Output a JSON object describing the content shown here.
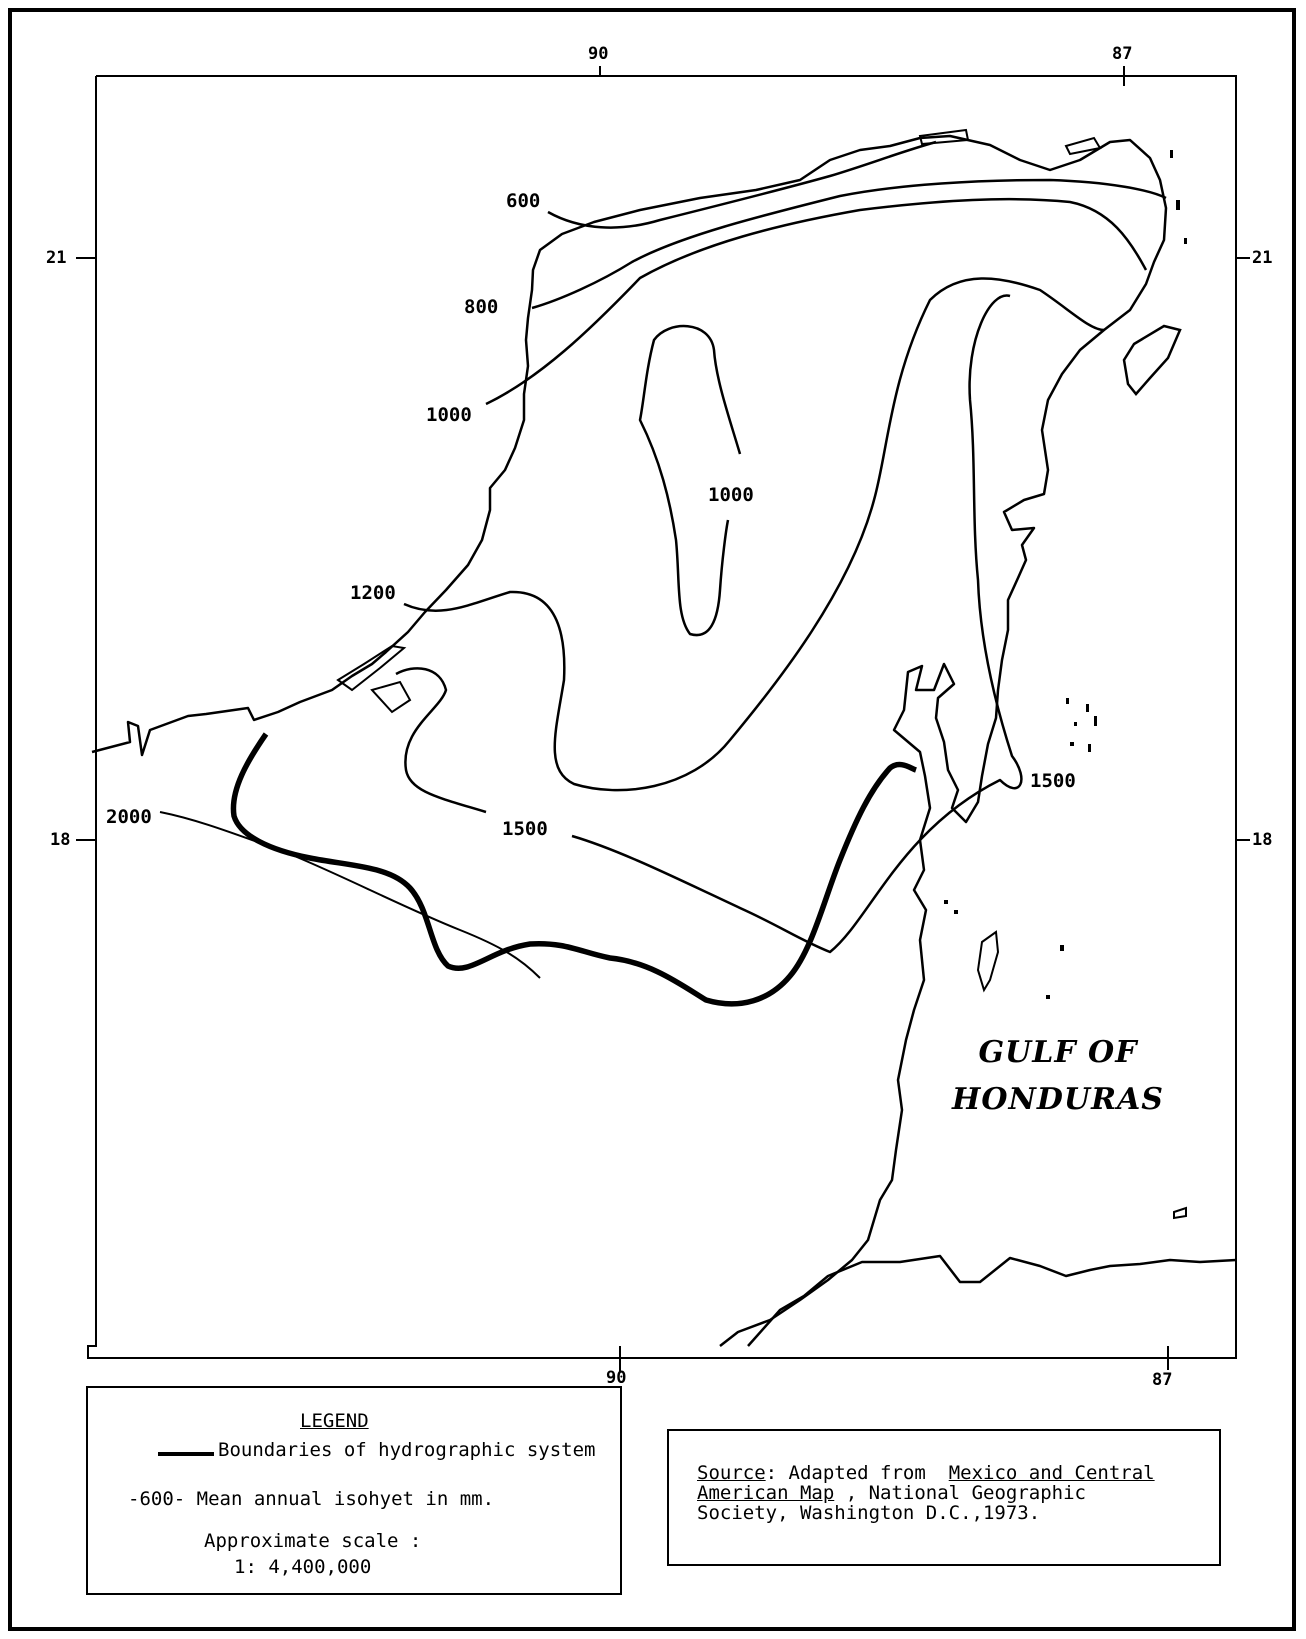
{
  "map": {
    "gulf_label_line1": "GULF OF",
    "gulf_label_line2": "HONDURAS",
    "longitude_ticks": {
      "lon_90": "90",
      "lon_87": "87"
    },
    "latitude_ticks": {
      "lat_21": "21",
      "lat_18": "18"
    },
    "isohyet_labels": {
      "iso_600": "600",
      "iso_800": "800",
      "iso_1000_west": "1000",
      "iso_1000_center": "1000",
      "iso_1200": "1200",
      "iso_1500_center": "1500",
      "iso_1500_east": "1500",
      "iso_2000": "2000"
    },
    "colors": {
      "ink": "#000000",
      "paper": "#ffffff"
    }
  },
  "legend": {
    "title": "LEGEND",
    "item_boundary": "Boundaries of hydrographic system",
    "item_isohyet": "-600- Mean annual isohyet in mm.",
    "scale_label": "Approximate scale :",
    "scale_value": "1: 4,400,000"
  },
  "source": {
    "label": "Source",
    "text_a": "Adapted from",
    "title_a": "Mexico and Central",
    "title_b": "American Map",
    "text_b": ", National Geographic",
    "text_c": "Society, Washington D.C.,1973."
  }
}
